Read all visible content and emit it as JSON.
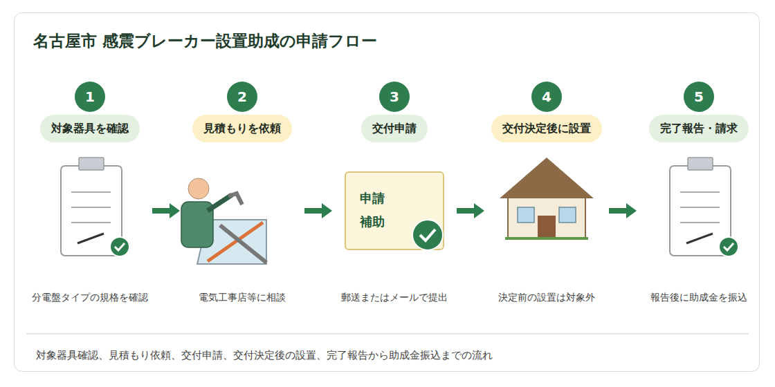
{
  "diagram": {
    "title": "名古屋市 感震ブレーカー設置助成の申請フロー",
    "caption": "対象器具確認、見積もり依頼、交付申請、交付決定後の設置、完了報告から助成金振込までの流れ",
    "nodes": [
      {
        "text": [
          "分電盤タイプの規格を確認"
        ]
      },
      {
        "text": [
          "1"
        ],
        "in": 0
      },
      {
        "text": [
          "対象器具を確認"
        ],
        "in": 0
      },
      {
        "text": [
          "電気工事店等に相談"
        ]
      },
      {
        "text": [
          "2"
        ],
        "in": 3
      },
      {
        "text": [
          "見積もりを依頼"
        ],
        "in": 3
      },
      {
        "text": [
          "郵送またはメールで提出"
        ]
      },
      {
        "text": [
          "3"
        ],
        "in": 6
      },
      {
        "text": [
          "交付申請"
        ],
        "in": 6
      },
      {
        "text": [
          "申請 補助"
        ],
        "in": 6
      },
      {
        "text": [
          "決定前の設置は対象外"
        ]
      },
      {
        "text": [
          "4"
        ],
        "in": 10
      },
      {
        "text": [
          "交付決定後に設置"
        ],
        "in": 10
      },
      {
        "text": [
          "報告後に助成金を振込"
        ]
      },
      {
        "text": [
          "5"
        ],
        "in": 13
      },
      {
        "text": [
          "完了報告・請求"
        ],
        "in": 13
      }
    ],
    "edges": [
      {
        "from": 0,
        "to": 3,
        "arrow": "to"
      },
      {
        "from": 3,
        "to": 6,
        "arrow": "to"
      },
      {
        "from": 6,
        "to": 10,
        "arrow": "to"
      },
      {
        "from": 10,
        "to": 13,
        "arrow": "to"
      }
    ]
  }
}
